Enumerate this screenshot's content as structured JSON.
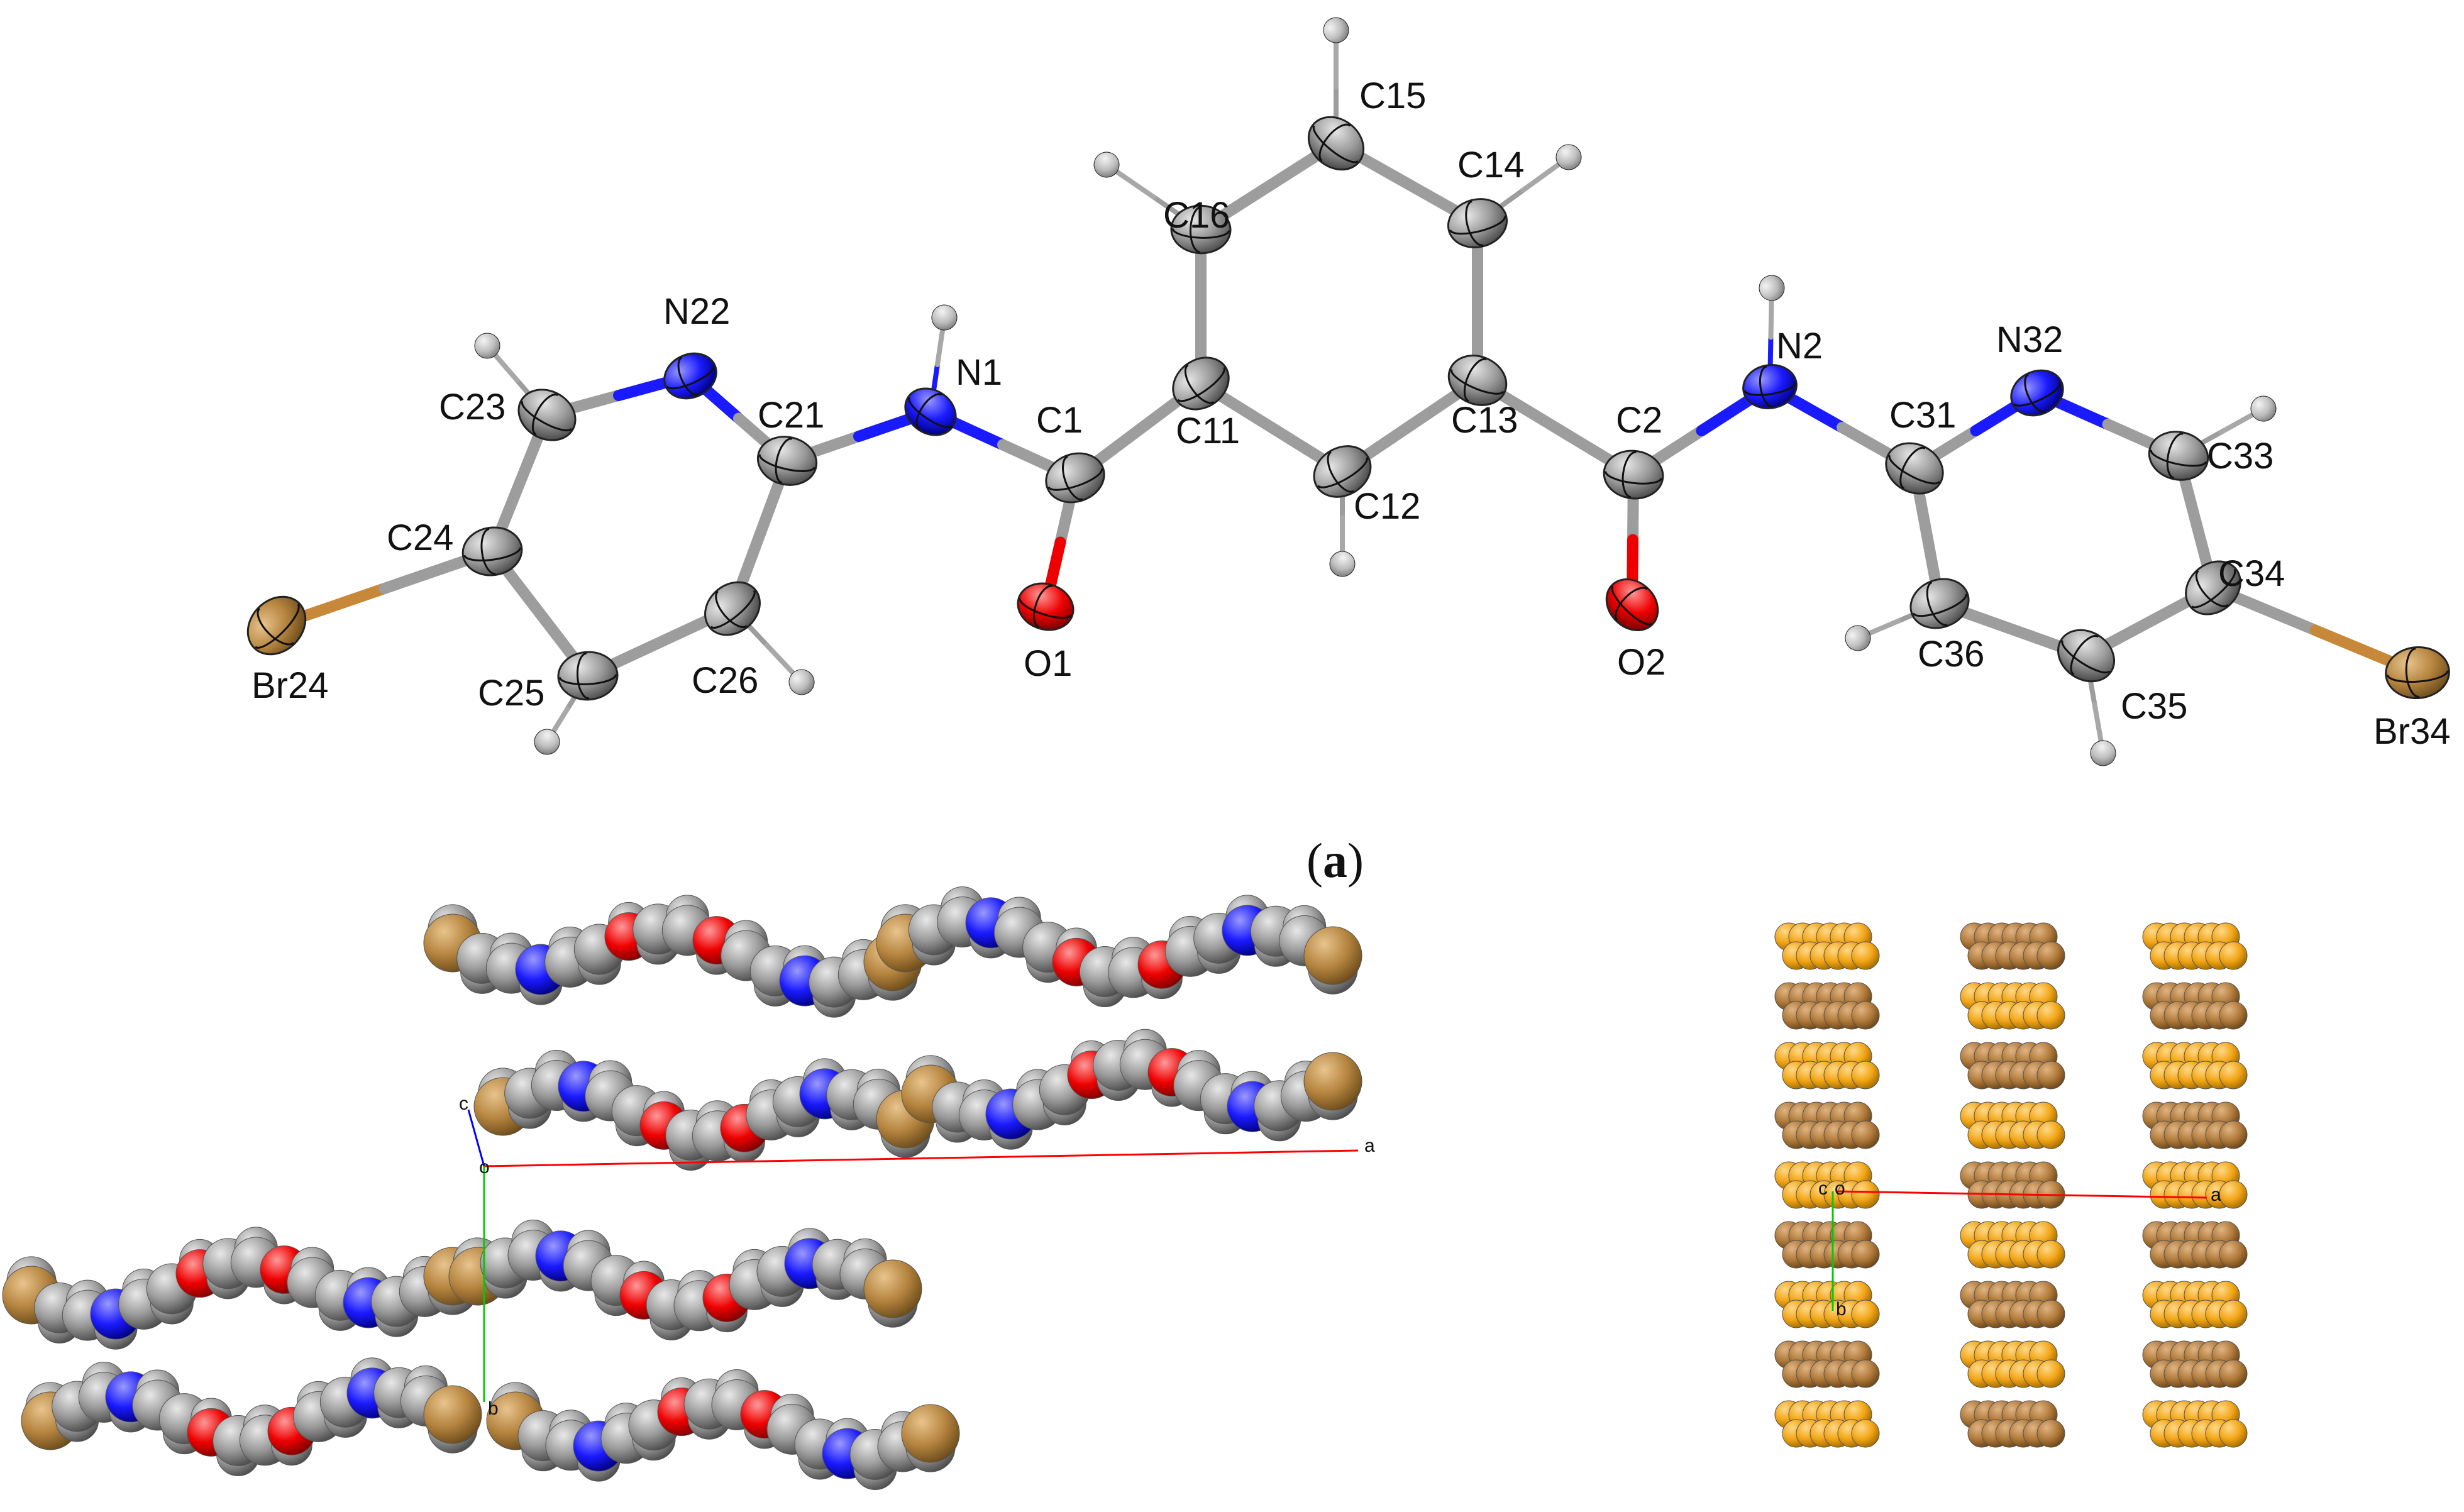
{
  "panel_a": {
    "label_open": "(",
    "label_letter": "a",
    "label_close": ")",
    "colors": {
      "carbon": "#9a9a9a",
      "nitrogen": "#1a1aff",
      "oxygen": "#ee0000",
      "bromine": "#b5843f",
      "hydrogen": "#bdbdbd",
      "bond": "#9d9d9d"
    },
    "atoms": [
      {
        "id": "Br24",
        "el": "Br",
        "label": "Br24"
      },
      {
        "id": "C24",
        "el": "C",
        "label": "C24"
      },
      {
        "id": "C23",
        "el": "C",
        "label": "C23"
      },
      {
        "id": "N22",
        "el": "N",
        "label": "N22"
      },
      {
        "id": "C21",
        "el": "C",
        "label": "C21"
      },
      {
        "id": "C26",
        "el": "C",
        "label": "C26"
      },
      {
        "id": "C25",
        "el": "C",
        "label": "C25"
      },
      {
        "id": "N1",
        "el": "N",
        "label": "N1"
      },
      {
        "id": "C1",
        "el": "C",
        "label": "C1"
      },
      {
        "id": "O1",
        "el": "O",
        "label": "O1"
      },
      {
        "id": "C11",
        "el": "C",
        "label": "C11"
      },
      {
        "id": "C16",
        "el": "C",
        "label": "C16"
      },
      {
        "id": "C15",
        "el": "C",
        "label": "C15"
      },
      {
        "id": "C14",
        "el": "C",
        "label": "C14"
      },
      {
        "id": "C13",
        "el": "C",
        "label": "C13"
      },
      {
        "id": "C12",
        "el": "C",
        "label": "C12"
      },
      {
        "id": "C2",
        "el": "C",
        "label": "C2"
      },
      {
        "id": "O2",
        "el": "O",
        "label": "O2"
      },
      {
        "id": "N2",
        "el": "N",
        "label": "N2"
      },
      {
        "id": "C31",
        "el": "C",
        "label": "C31"
      },
      {
        "id": "N32",
        "el": "N",
        "label": "N32"
      },
      {
        "id": "C33",
        "el": "C",
        "label": "C33"
      },
      {
        "id": "C34",
        "el": "C",
        "label": "C34"
      },
      {
        "id": "Br34",
        "el": "Br",
        "label": "Br34"
      },
      {
        "id": "C35",
        "el": "C",
        "label": "C35"
      },
      {
        "id": "C36",
        "el": "C",
        "label": "C36"
      },
      {
        "id": "H1",
        "el": "H",
        "label": "H"
      },
      {
        "id": "H2",
        "el": "H",
        "label": "H"
      },
      {
        "id": "H23",
        "el": "H",
        "label": "H"
      },
      {
        "id": "H25",
        "el": "H",
        "label": "H"
      },
      {
        "id": "H26",
        "el": "H",
        "label": "H"
      },
      {
        "id": "H16",
        "el": "H",
        "label": "H"
      },
      {
        "id": "H15",
        "el": "H",
        "label": "H"
      },
      {
        "id": "H14",
        "el": "H",
        "label": "H"
      },
      {
        "id": "H12",
        "el": "H",
        "label": "H"
      },
      {
        "id": "H33",
        "el": "H",
        "label": "H"
      },
      {
        "id": "H35",
        "el": "H",
        "label": "H"
      },
      {
        "id": "H36",
        "el": "H",
        "label": "H"
      }
    ],
    "bonds": [
      [
        "Br24",
        "C24"
      ],
      [
        "C24",
        "C23"
      ],
      [
        "C23",
        "N22"
      ],
      [
        "N22",
        "C21"
      ],
      [
        "C21",
        "C26"
      ],
      [
        "C26",
        "C25"
      ],
      [
        "C25",
        "C24"
      ],
      [
        "C21",
        "N1"
      ],
      [
        "N1",
        "C1"
      ],
      [
        "C1",
        "O1"
      ],
      [
        "C1",
        "C11"
      ],
      [
        "C11",
        "C16"
      ],
      [
        "C16",
        "C15"
      ],
      [
        "C15",
        "C14"
      ],
      [
        "C14",
        "C13"
      ],
      [
        "C13",
        "C12"
      ],
      [
        "C12",
        "C11"
      ],
      [
        "C13",
        "C2"
      ],
      [
        "C2",
        "O2"
      ],
      [
        "C2",
        "N2"
      ],
      [
        "N2",
        "C31"
      ],
      [
        "C31",
        "N32"
      ],
      [
        "N32",
        "C33"
      ],
      [
        "C33",
        "C34"
      ],
      [
        "C34",
        "C35"
      ],
      [
        "C35",
        "C36"
      ],
      [
        "C36",
        "C31"
      ],
      [
        "C34",
        "Br34"
      ],
      [
        "N1",
        "H1"
      ],
      [
        "N2",
        "H2"
      ],
      [
        "C23",
        "H23"
      ],
      [
        "C25",
        "H25"
      ],
      [
        "C26",
        "H26"
      ],
      [
        "C16",
        "H16"
      ],
      [
        "C15",
        "H15"
      ],
      [
        "C14",
        "H14"
      ],
      [
        "C12",
        "H12"
      ],
      [
        "C33",
        "H33"
      ],
      [
        "C35",
        "H35"
      ],
      [
        "C36",
        "H36"
      ]
    ]
  },
  "panel_b": {
    "axes": {
      "a": "a",
      "b": "b",
      "c": "c",
      "origin": "o"
    },
    "axis_colors": {
      "a": "#ff0000",
      "b": "#00cc00",
      "c": "#0000ff"
    }
  },
  "panel_c": {
    "axes": {
      "a": "a",
      "b": "b",
      "c": "c",
      "origin": "o"
    },
    "colors": {
      "brown": "#b07a3a",
      "orange": "#f2a515"
    }
  }
}
